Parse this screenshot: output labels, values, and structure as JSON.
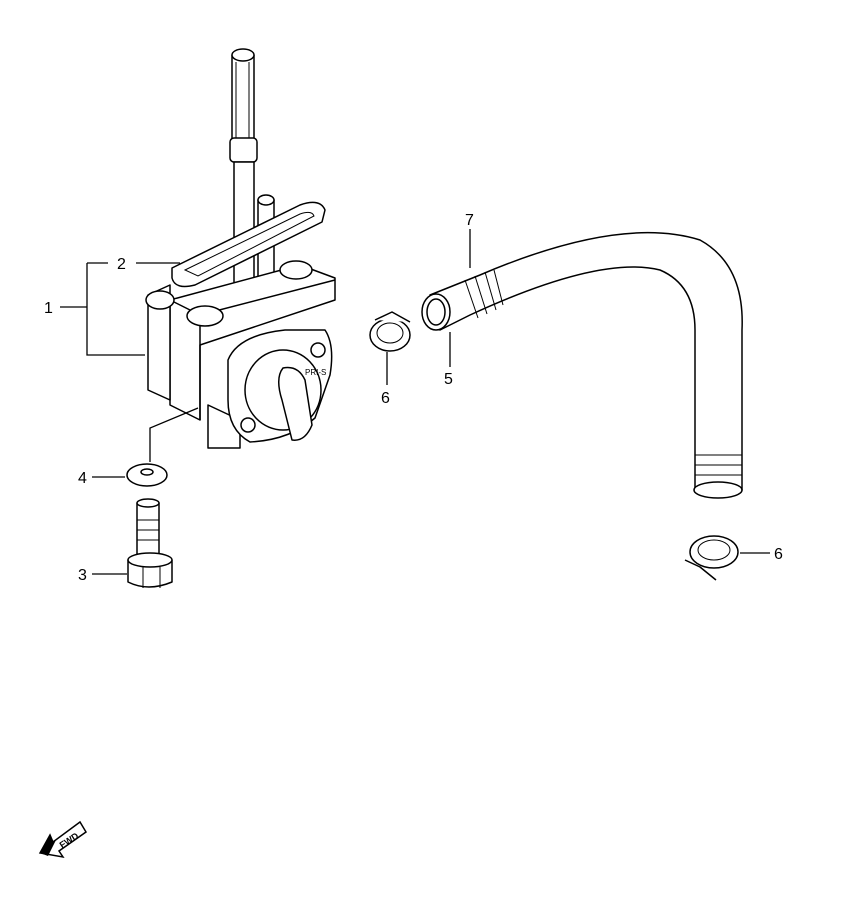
{
  "callouts": {
    "c1": "1",
    "c2": "2",
    "c3": "3",
    "c4": "4",
    "c5": "5",
    "c6a": "6",
    "c6b": "6",
    "c7": "7"
  },
  "fwd_label": "FWD",
  "icons": [
    "fuel-cock-assembly",
    "gasket",
    "bolt",
    "washer",
    "hose",
    "clamp",
    "fwd-arrow-icon"
  ]
}
